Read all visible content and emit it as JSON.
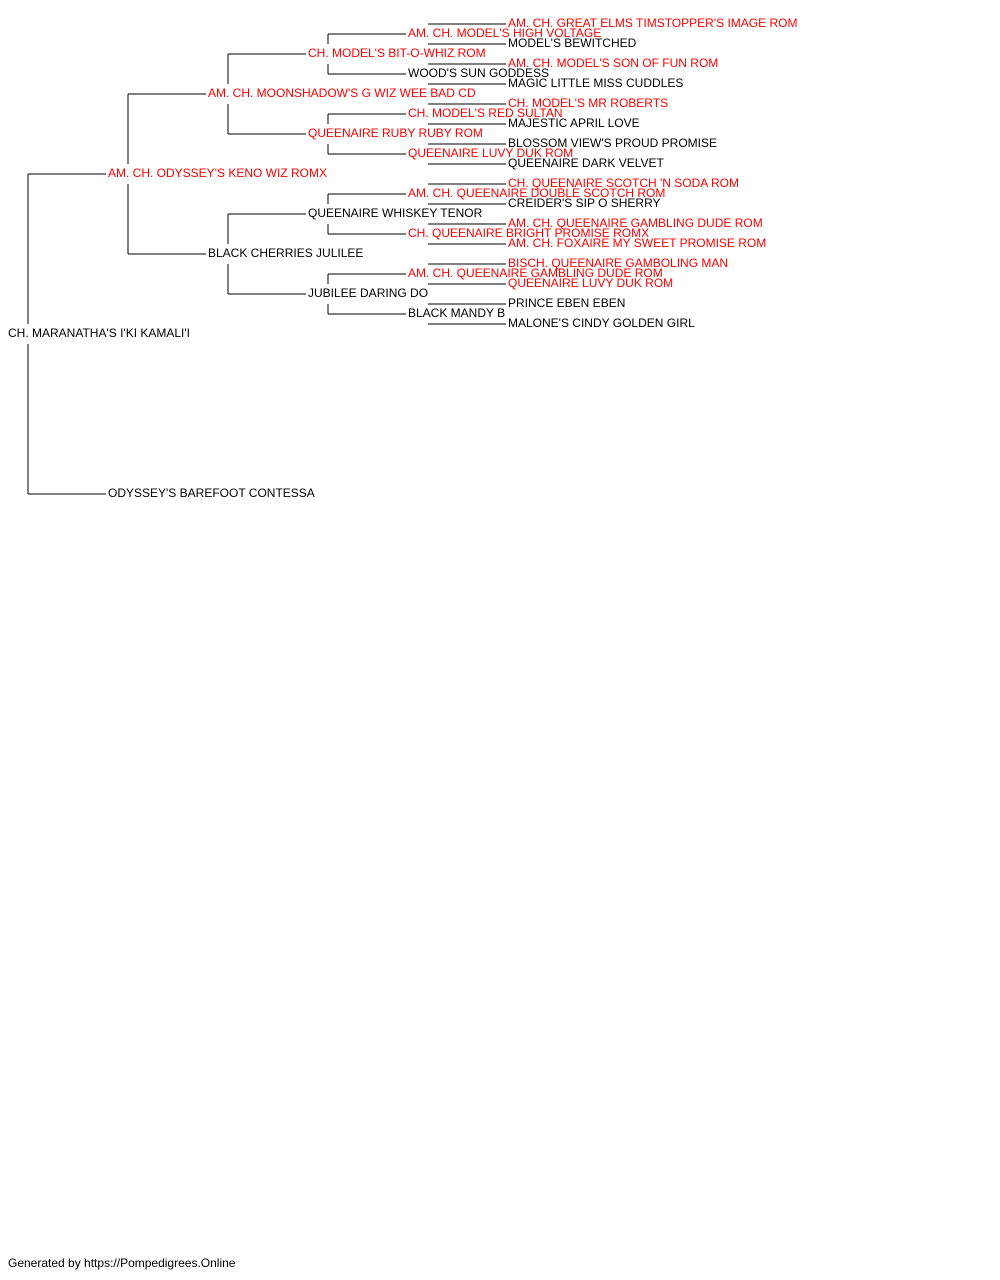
{
  "colors": {
    "champion": "#ff0000",
    "normal": "#000000",
    "line": "#000000"
  },
  "pedigree": {
    "name": "CH. MARANATHA'S I'KI KAMALI'I",
    "champion": false,
    "sire": {
      "name": "AM. CH. ODYSSEY'S KENO WIZ ROMX",
      "champion": true,
      "sire": {
        "name": "AM. CH. MOONSHADOW'S G WIZ WEE BAD CD",
        "champion": true,
        "sire": {
          "name": "CH. MODEL'S BIT-O-WHIZ ROM",
          "champion": true,
          "sire": {
            "name": "AM. CH. MODEL'S HIGH VOLTAGE",
            "champion": true,
            "sire": {
              "name": "AM. CH. GREAT ELMS TIMSTOPPER'S IMAGE ROM",
              "champion": true
            },
            "dam": {
              "name": "MODEL'S BEWITCHED",
              "champion": false
            }
          },
          "dam": {
            "name": "WOOD'S SUN GODDESS",
            "champion": false,
            "sire": {
              "name": "AM. CH. MODEL'S SON OF FUN ROM",
              "champion": true
            },
            "dam": {
              "name": "MAGIC LITTLE MISS CUDDLES",
              "champion": false
            }
          }
        },
        "dam": {
          "name": "QUEENAIRE RUBY RUBY ROM",
          "champion": true,
          "sire": {
            "name": "CH. MODEL'S RED SULTAN",
            "champion": true,
            "sire": {
              "name": "CH. MODEL'S MR ROBERTS",
              "champion": true
            },
            "dam": {
              "name": "MAJESTIC APRIL LOVE",
              "champion": false
            }
          },
          "dam": {
            "name": "QUEENAIRE LUVY DUK ROM",
            "champion": true,
            "sire": {
              "name": "BLOSSOM VIEW'S PROUD PROMISE",
              "champion": false
            },
            "dam": {
              "name": "QUEENAIRE DARK VELVET",
              "champion": false
            }
          }
        }
      },
      "dam": {
        "name": "BLACK CHERRIES JULILEE",
        "champion": false,
        "sire": {
          "name": "QUEENAIRE WHISKEY TENOR",
          "champion": false,
          "sire": {
            "name": "AM. CH. QUEENAIRE DOUBLE SCOTCH ROM",
            "champion": true,
            "sire": {
              "name": "CH. QUEENAIRE SCOTCH 'N SODA ROM",
              "champion": true
            },
            "dam": {
              "name": "CREIDER'S SIP O SHERRY",
              "champion": false
            }
          },
          "dam": {
            "name": "CH. QUEENAIRE BRIGHT PROMISE ROMX",
            "champion": true,
            "sire": {
              "name": "AM. CH. QUEENAIRE GAMBLING DUDE ROM",
              "champion": true
            },
            "dam": {
              "name": "AM. CH. FOXAIRE MY SWEET PROMISE ROM",
              "champion": true
            }
          }
        },
        "dam": {
          "name": "JUBILEE DARING DO",
          "champion": false,
          "sire": {
            "name": "AM. CH. QUEENAIRE GAMBLING DUDE ROM",
            "champion": true,
            "sire": {
              "name": "BISCH. QUEENAIRE GAMBOLING MAN",
              "champion": true
            },
            "dam": {
              "name": "QUEENAIRE LUVY DUK ROM",
              "champion": true
            }
          },
          "dam": {
            "name": "BLACK MANDY B",
            "champion": false,
            "sire": {
              "name": "PRINCE EBEN EBEN",
              "champion": false
            },
            "dam": {
              "name": "MALONE'S CINDY GOLDEN GIRL",
              "champion": false
            }
          }
        }
      }
    },
    "dam": {
      "name": "ODYSSEY'S BAREFOOT CONTESSA",
      "champion": false
    }
  },
  "footer": "Generated by https://Pompedigrees.Online"
}
